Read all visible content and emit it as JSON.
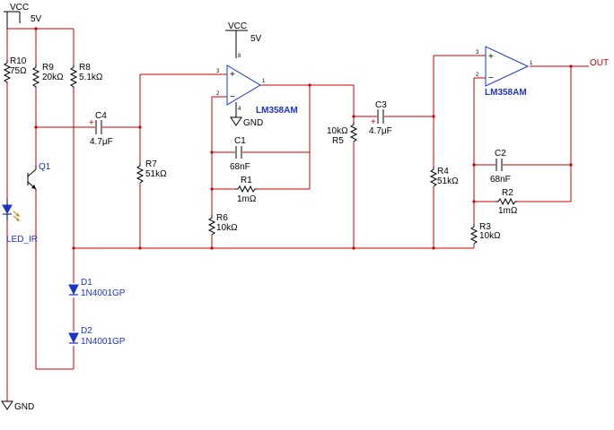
{
  "colors": {
    "wire": "#cc0000",
    "component": "#000000",
    "semiconductor_label": "#1a33c8",
    "net_label": "#cc0000"
  },
  "power": {
    "vcc_top": "VCC",
    "vcc_top_value": "5V",
    "vcc_u1": "VCC",
    "vcc_u1_value": "5V",
    "gnd_left": "GND",
    "gnd_u1": "GND"
  },
  "nets": {
    "out": "OUT"
  },
  "resistors": {
    "r10": {
      "ref": "R10",
      "value": "75Ω"
    },
    "r9": {
      "ref": "R9",
      "value": "20kΩ"
    },
    "r8": {
      "ref": "R8",
      "value": "5.1kΩ"
    },
    "r7": {
      "ref": "R7",
      "value": "51kΩ"
    },
    "r6": {
      "ref": "R6",
      "value": "10kΩ"
    },
    "r1": {
      "ref": "R1",
      "value": "1mΩ"
    },
    "r5": {
      "ref": "R5",
      "value": "10kΩ"
    },
    "r4": {
      "ref": "R4",
      "value": "51kΩ"
    },
    "r3": {
      "ref": "R3",
      "value": "10kΩ"
    },
    "r2": {
      "ref": "R2",
      "value": "1mΩ"
    }
  },
  "capacitors": {
    "c4": {
      "ref": "C4",
      "value": "4.7μF"
    },
    "c1": {
      "ref": "C1",
      "value": "68nF"
    },
    "c3": {
      "ref": "C3",
      "value": "4.7μF"
    },
    "c2": {
      "ref": "C2",
      "value": "68nF"
    }
  },
  "semiconductors": {
    "q1": {
      "ref": "Q1"
    },
    "led": {
      "ref": "LED_IR"
    },
    "d1": {
      "ref": "D1",
      "part": "1N4001GP"
    },
    "d2": {
      "ref": "D2",
      "part": "1N4001GP"
    }
  },
  "opamps": {
    "u1": {
      "part": "LM358AM",
      "pin_noninv": "3",
      "pin_inv": "2",
      "pin_out": "1",
      "pin_vcc": "8",
      "pin_gnd": "4",
      "sign_plus": "+",
      "sign_minus": "−"
    },
    "u2": {
      "part": "LM358AM",
      "pin_noninv": "3",
      "pin_inv": "2",
      "pin_out": "1",
      "sign_plus": "+",
      "sign_minus": "−"
    }
  },
  "polarity": {
    "c4": "+",
    "c3": "+"
  }
}
